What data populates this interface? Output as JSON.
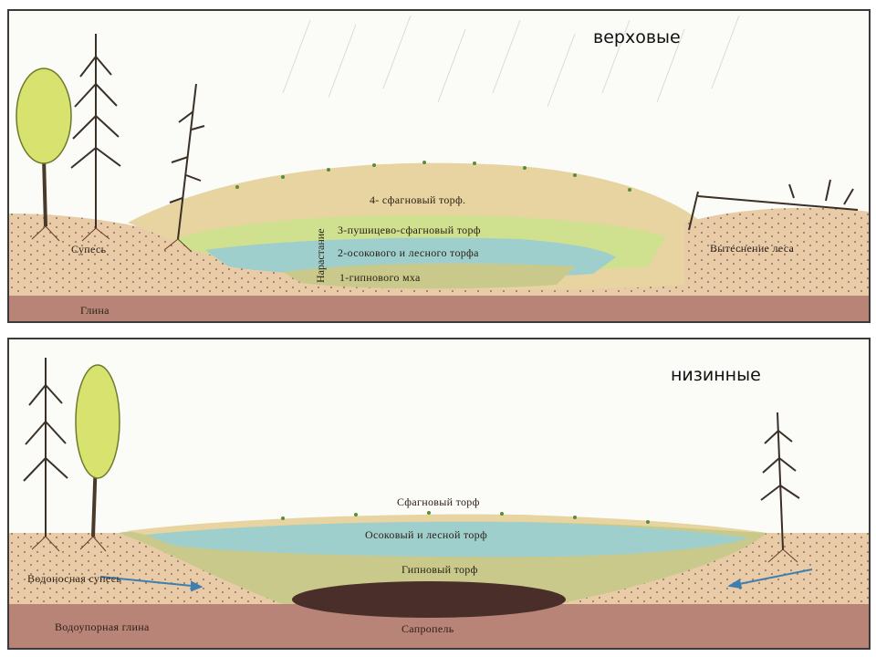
{
  "top_panel": {
    "type_label": "верховые",
    "layers": {
      "sphagnum": "4- сфагновый торф.",
      "cottongrass": "3-пушицево-сфагновый торф",
      "sedge_forest": "2-осокового и лесного торфа",
      "hypnum": "1-гипнового мха"
    },
    "growth_label": "Нарастание",
    "soil_label": "Супесь",
    "clay_label": "Глина",
    "forest_label": "Вытеснение леса"
  },
  "bottom_panel": {
    "type_label": "низинные",
    "layers": {
      "sphagnum": "Сфагновый торф",
      "sedge_forest": "Осоковый и лесной торф",
      "hypnum": "Гипновый торф"
    },
    "aquifer_label": "Водоносная супесь",
    "aquitard_label": "Водоупорная глина",
    "sapropel_label": "Сапропель"
  },
  "colors": {
    "sky": "#fbfbf8",
    "soil": "#e9cba7",
    "clay": "#b98478",
    "sphagnum": "#e7d4a0",
    "cottongrass": "#cfe08f",
    "sedge": "#9fcfcd",
    "hypnum": "#c8c98a",
    "sapropel": "#4a2e2a"
  }
}
